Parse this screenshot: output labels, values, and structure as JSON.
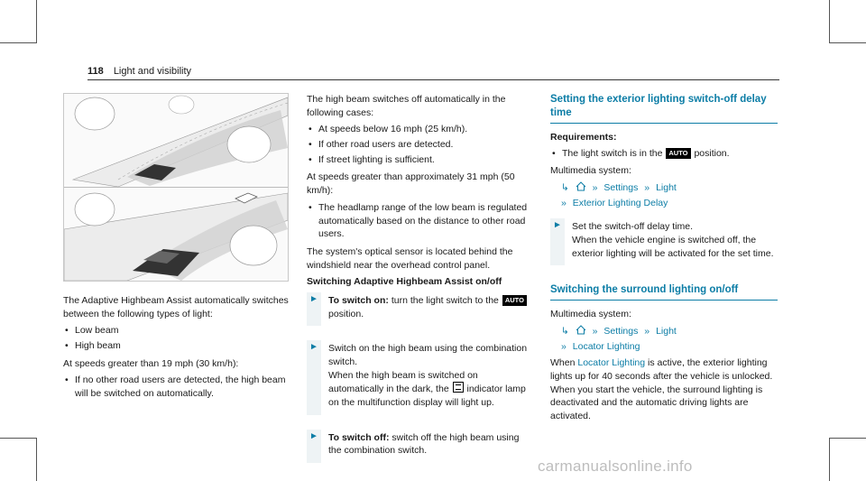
{
  "header": {
    "page_number": "118",
    "title": "Light and visibility"
  },
  "col1": {
    "intro": "The Adaptive Highbeam Assist automatically switches between the following types of light:",
    "light_types": [
      "Low beam",
      "High beam"
    ],
    "speed_text": "At speeds greater than 19 mph (30 km/h):",
    "speed_bullets": [
      "If no other road users are detected, the high beam will be switched on automatically."
    ]
  },
  "col2": {
    "off_intro": "The high beam switches off automatically in the following cases:",
    "off_bullets": [
      "At speeds below 16 mph (25 km/h).",
      "If other road users are detected.",
      "If street lighting is sufficient."
    ],
    "speed2_text": "At speeds greater than approximately 31 mph (50 km/h):",
    "speed2_bullets": [
      "The headlamp range of the low beam is regulated automatically based on the distance to other road users."
    ],
    "sensor_text": "The system's optical sensor is located behind the windshield near the overhead control panel.",
    "switch_heading": "Switching Adaptive Highbeam Assist on/off",
    "step1_bold": "To switch on:",
    "step1_a": "turn the light switch to the",
    "step1_b": "position.",
    "step2_a": "Switch on the high beam using the combination switch.",
    "step2_b": "When the high beam is switched on automatically in the dark, the",
    "step2_c": "indicator lamp on the multifunction display will light up.",
    "step3_bold": "To switch off:",
    "step3_text": "switch off the high beam using the combination switch."
  },
  "col3": {
    "sec1_title": "Setting the exterior lighting switch-off delay time",
    "requirements_label": "Requirements:",
    "req_a": "The light switch is in the",
    "req_b": "position.",
    "multimedia_label": "Multimedia system:",
    "menu1_item": "Settings",
    "menu1_item2": "Light",
    "menu1_item3": "Exterior Lighting Delay",
    "step_a": "Set the switch-off delay time.",
    "step_b": "When the vehicle engine is switched off, the exterior lighting will be activated for the set time.",
    "sec2_title": "Switching the surround lighting on/off",
    "multimedia_label2": "Multimedia system:",
    "menu2_item": "Settings",
    "menu2_item2": "Light",
    "menu2_item3": "Locator Lighting",
    "when_a": "When",
    "when_link": "Locator Lighting",
    "when_b": "is active, the exterior lighting lights up for 40 seconds after the vehicle is unlocked. When you start the vehicle, the surround lighting is deactivated and the automatic driving lights are activated."
  },
  "badge_auto": "AUTO",
  "watermark": "carmanualsonline.info",
  "colors": {
    "accent": "#0c7da6",
    "text": "#1a1a1a"
  }
}
